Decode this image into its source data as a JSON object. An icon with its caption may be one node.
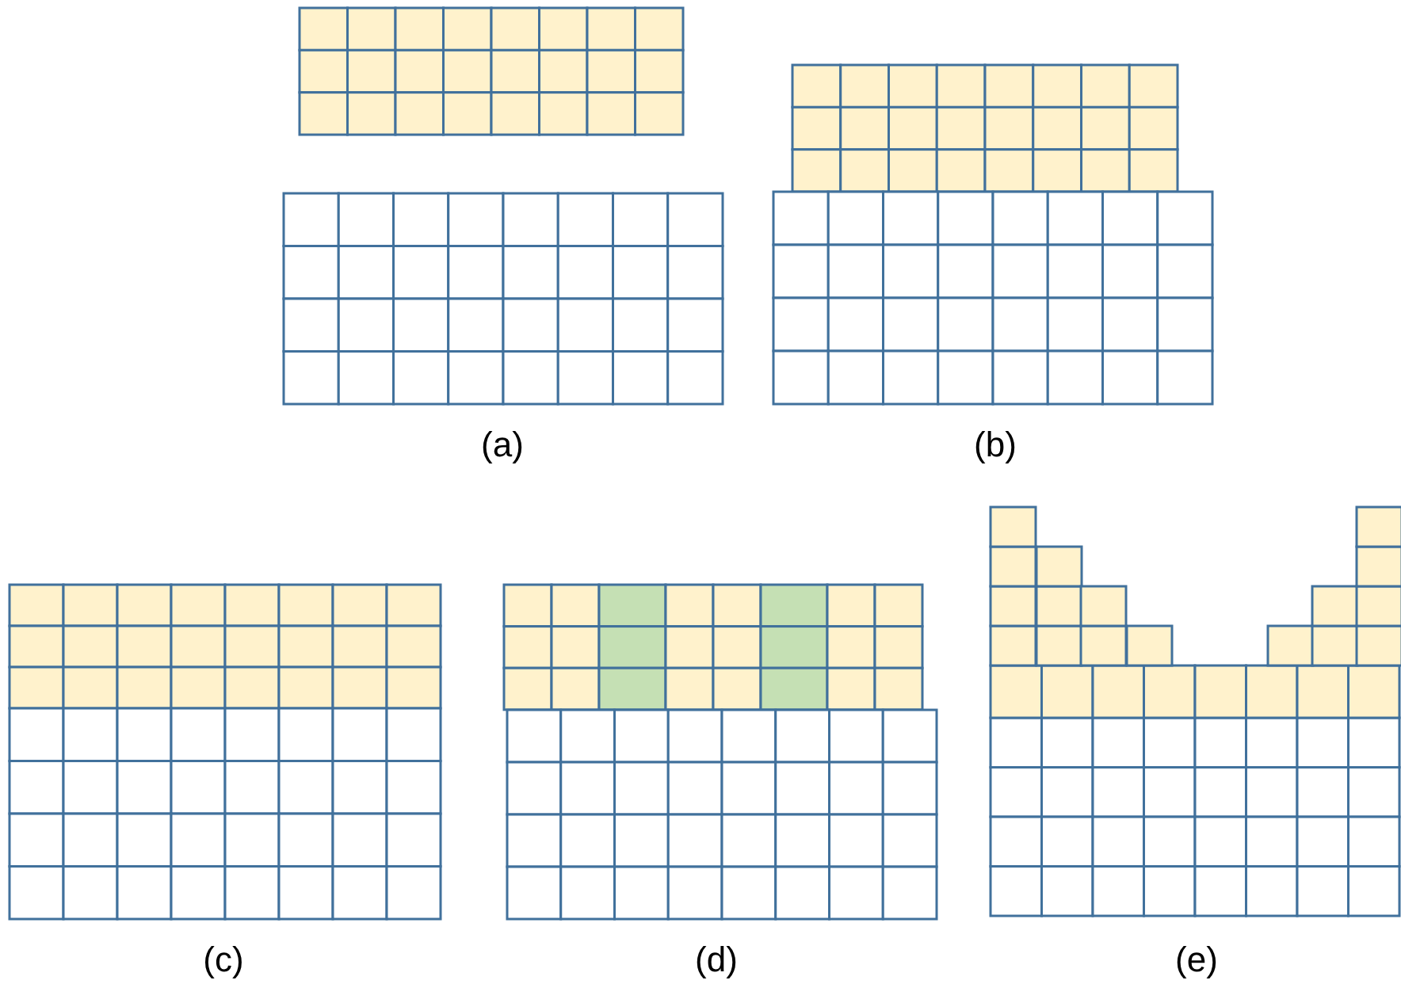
{
  "diagram": {
    "labels": [
      "(a)",
      "(b)",
      "(c)",
      "(d)",
      "(e)"
    ]
  }
}
